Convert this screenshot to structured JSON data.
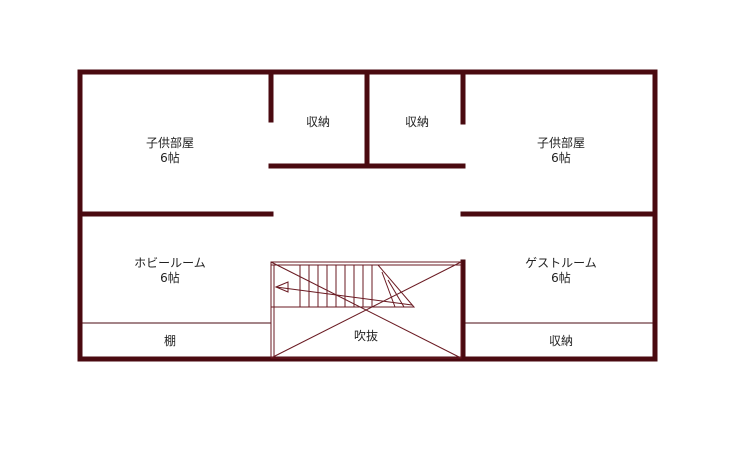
{
  "rooms": {
    "kids_room_left": {
      "name": "子供部屋",
      "size": "6帖"
    },
    "storage_left": {
      "name": "収納"
    },
    "storage_right": {
      "name": "収納"
    },
    "kids_room_right": {
      "name": "子供部屋",
      "size": "6帖"
    },
    "hobby_room": {
      "name": "ホビールーム",
      "size": "6帖"
    },
    "guest_room": {
      "name": "ゲストルーム",
      "size": "6帖"
    },
    "shelf": {
      "name": "棚"
    },
    "void": {
      "name": "吹抜"
    },
    "storage_bottom_right": {
      "name": "収納"
    }
  },
  "colors": {
    "wall": "#4a0a10",
    "stair": "#6a1a22"
  }
}
